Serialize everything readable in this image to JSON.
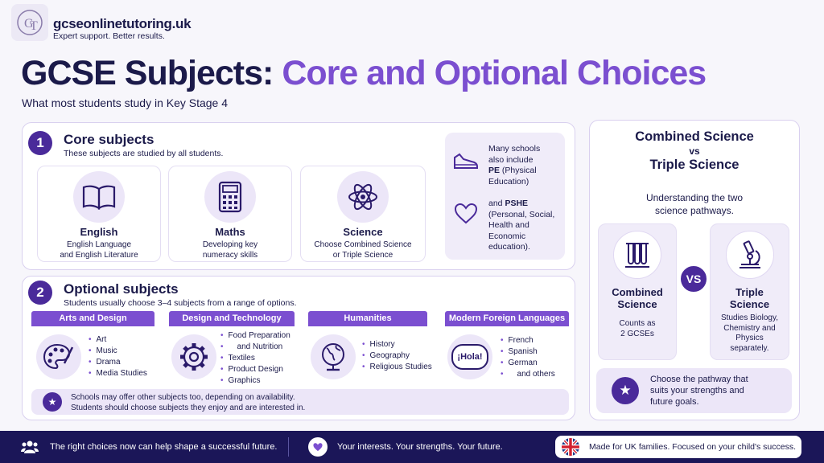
{
  "brand": {
    "name": "gcseonlinetutoring.uk",
    "tagline": "Expert support. Better results."
  },
  "header": {
    "title_main": "GCSE Subjects:",
    "title_accent": "Core and Optional Choices",
    "subtitle": "What most students study in Key Stage 4"
  },
  "core": {
    "number": "1",
    "title": "Core subjects",
    "description": "These subjects are studied by all students.",
    "cards": [
      {
        "title": "English",
        "desc1": "English Language",
        "desc2": "and English Literature"
      },
      {
        "title": "Maths",
        "desc1": "Developing key",
        "desc2": "numeracy skills"
      },
      {
        "title": "Science",
        "desc1": "Choose Combined Science",
        "desc2": "or Triple Science"
      }
    ],
    "extras": {
      "pe_l1": "Many schools",
      "pe_l2": "also include",
      "pe_bold": "PE",
      "pe_l3": " (Physical",
      "pe_l4": "Education)",
      "pshe_pre": "and ",
      "pshe_bold": "PSHE",
      "pshe_l1": "(Personal, Social,",
      "pshe_l2": "Health and",
      "pshe_l3": "Economic",
      "pshe_l4": "education)."
    }
  },
  "optional": {
    "number": "2",
    "title": "Optional subjects",
    "description": "Students usually choose 3–4 subjects from a range of options.",
    "categories": [
      {
        "name": "Arts and Design",
        "items": [
          "Art",
          "Music",
          "Drama",
          "Media Studies"
        ]
      },
      {
        "name": "Design and Technology",
        "items": [
          "Food Preparation",
          "and Nutrition",
          "Textiles",
          "Product Design",
          "Graphics"
        ]
      },
      {
        "name": "Humanities",
        "items": [
          "History",
          "Geography",
          "Religious Studies"
        ]
      },
      {
        "name": "Modern Foreign Languages",
        "items": [
          "French",
          "Spanish",
          "German",
          "and others"
        ],
        "bubble": "¡Hola!"
      }
    ],
    "note1": "Schools may offer other subjects too, depending on availability.",
    "note2": "Students should choose subjects they enjoy and are interested in."
  },
  "science": {
    "title1": "Combined Science",
    "vs_small": "vs",
    "title2": "Triple Science",
    "desc1": "Understanding the two",
    "desc2": "science pathways.",
    "combined": {
      "name1": "Combined",
      "name2": "Science",
      "desc1": "Counts as",
      "desc2": "2 GCSEs"
    },
    "vs_badge": "VS",
    "triple": {
      "name1": "Triple",
      "name2": "Science",
      "desc1": "Studies Biology,",
      "desc2": "Chemistry and",
      "desc3": "Physics",
      "desc4": "separately."
    },
    "advice1": "Choose the pathway that",
    "advice2": "suits your strengths and",
    "advice3": "future goals."
  },
  "footer": {
    "msg1": "The right choices now can help shape a successful future.",
    "msg2": "Your interests. Your strengths. Your future.",
    "msg3": "Made for UK families. Focused on your child's success."
  },
  "colors": {
    "accent": "#7b4fd0",
    "navy": "#1b1658",
    "dark": "#4a2a9a",
    "text": "#1b1a4a"
  }
}
